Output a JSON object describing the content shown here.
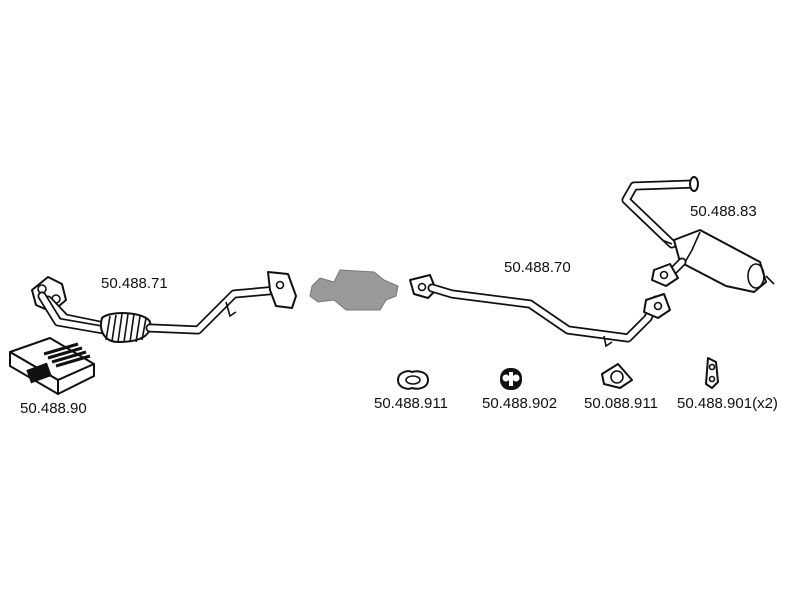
{
  "parts": {
    "front_pipe": "50.488.71",
    "middle_pipe": "50.488.70",
    "rear_silencer": "50.488.83",
    "fitting_kit": "50.488.90",
    "gasket_a": "50.488.911",
    "rubber_mount": "50.488.902",
    "gasket_b": "50.088.911",
    "clamp": "50.488.901(x2)"
  },
  "colors": {
    "line": "#111111",
    "catalyst_fill": "#999999",
    "background": "#ffffff"
  },
  "icons": {
    "catalyst": "catalytic-converter-placeholder",
    "kit": "fitting-kit-box"
  }
}
